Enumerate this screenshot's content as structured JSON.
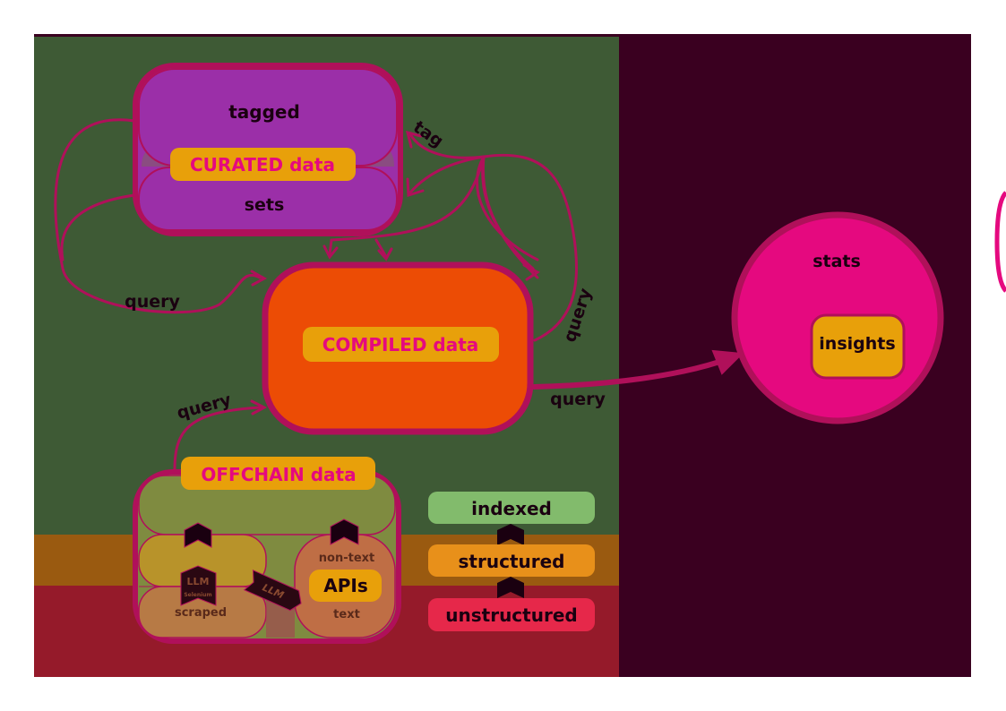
{
  "labels": {
    "tagged": "tagged",
    "sets": "sets",
    "curated": "CURATED data",
    "compiled": "COMPILED data",
    "offchain": "OFFCHAIN data",
    "stats": "stats",
    "insights": "insights",
    "indexed": "indexed",
    "structured": "structured",
    "unstructured": "unstructured",
    "non_text": "non-text",
    "apis": "APIs",
    "text": "text",
    "scraped": "scraped",
    "llm": "LLM",
    "selenium": "Selenium",
    "llm_arrow": "LLM"
  },
  "edges": {
    "tag": "tag",
    "query_left": "query",
    "query_right": "query",
    "query_offchain": "query",
    "query_stats": "query"
  },
  "colors": {
    "border": "#b0105a",
    "bg_green": "#3e5a35",
    "bg_dark": "#3a0020",
    "bg_orange_band": "#9a5a10",
    "bg_red_band": "#951a2a",
    "curated_fill": "#9b2fa8",
    "compiled_fill": "#ec4c05",
    "stats_fill": "#e5097f",
    "label_gold": "#e8a00a",
    "label_pink_text": "#e5097f",
    "indexed": "#82bb6c",
    "structured": "#e8901a",
    "unstructured": "#e6284a"
  }
}
